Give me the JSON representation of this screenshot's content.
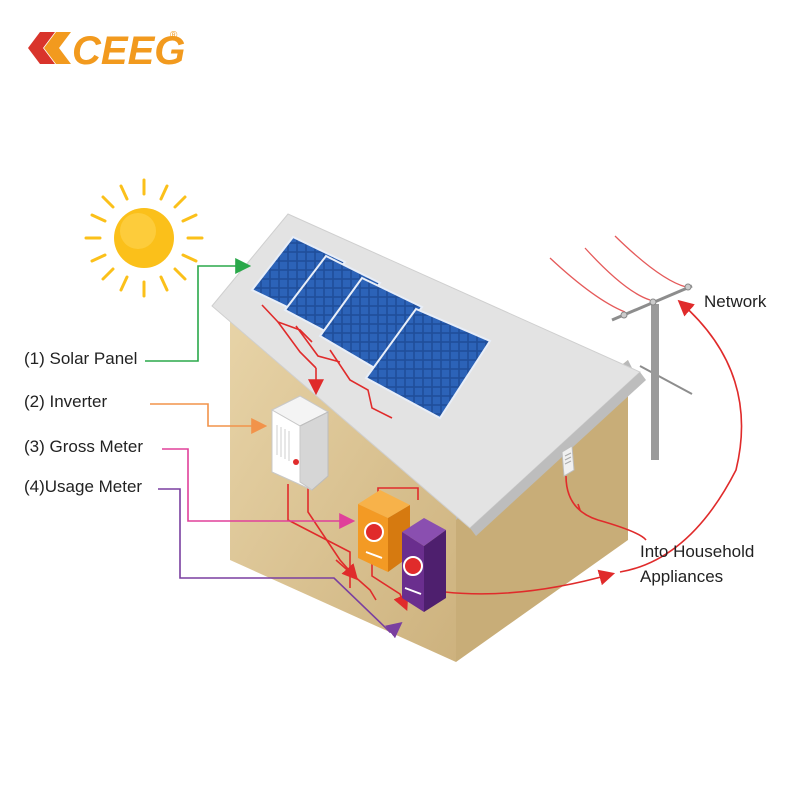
{
  "logo": {
    "text": "CEEG",
    "mark": "®",
    "color": "#f29a1e",
    "accent": "#d9342b"
  },
  "labels": {
    "solar_panel": "(1) Solar Panel",
    "inverter": "(2) Inverter",
    "gross_meter": "(3) Gross Meter",
    "usage_meter": "(4)Usage Meter",
    "network": "Network",
    "appliances_line1": "Into Household",
    "appliances_line2": "Appliances"
  },
  "colors": {
    "solar_line": "#2aa84a",
    "inverter_line": "#f2934a",
    "gross_line": "#e0409a",
    "usage_line": "#7a3fa0",
    "flow": "#e02b2b",
    "sun": "#fbc01a",
    "wall": "#dcc596",
    "roof": "#e3e3e3",
    "panel": "#1f4e9a",
    "gross_meter_body": "#f39a24",
    "usage_meter_body": "#6a2e8e"
  },
  "icons": [
    "sun-icon",
    "solar-panel-icon",
    "inverter-icon",
    "gross-meter-icon",
    "usage-meter-icon",
    "utility-pole-icon",
    "wall-socket-icon"
  ]
}
